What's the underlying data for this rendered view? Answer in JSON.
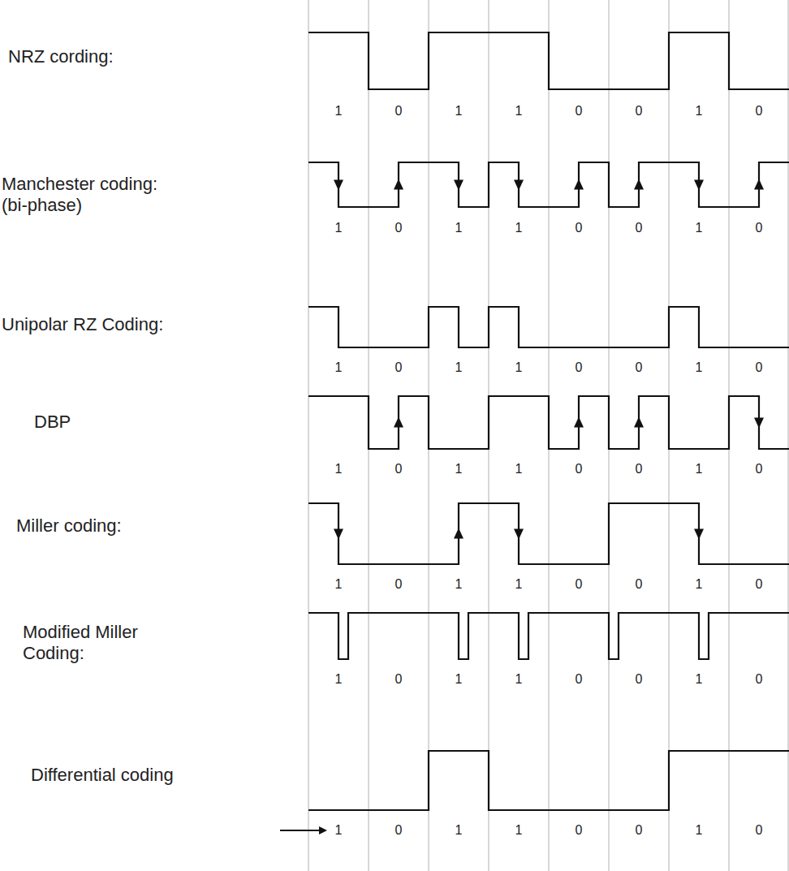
{
  "diagram": {
    "labels": [
      "NRZ cording:",
      "1",
      "0",
      "1",
      "1",
      "0",
      "0",
      "1",
      "0",
      "Manchester coding: (bi-phase)",
      "1",
      "0",
      "1",
      "1",
      "0",
      "0",
      "1",
      "0",
      "Unipolar RZ Coding:",
      "1",
      "0",
      "1",
      "1",
      "0",
      "0",
      "1",
      "0",
      "DBP",
      "1",
      "0",
      "1",
      "1",
      "0",
      "0",
      "1",
      "0",
      "Miller coding:",
      "1",
      "0",
      "1",
      "1",
      "0",
      "0",
      "1",
      "0",
      "Modified Miller Coding:",
      "1",
      "0",
      "1",
      "1",
      "0",
      "0",
      "1",
      "0",
      "Differential coding",
      "1",
      "0",
      "1",
      "1",
      "0",
      "0",
      "1",
      "0"
    ]
  }
}
